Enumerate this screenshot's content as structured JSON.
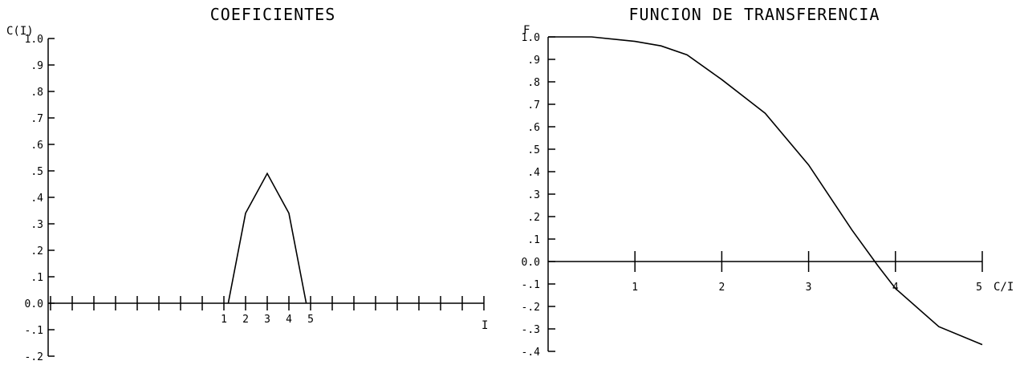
{
  "chart_data": [
    {
      "type": "line",
      "title": "COEFICIENTES",
      "ylabel": "C(I)",
      "xlabel": "I",
      "ylim": [
        -0.2,
        1.0
      ],
      "xlim": [
        -8,
        13
      ],
      "y_tick_labels": [
        "1.0",
        ".9",
        ".8",
        ".7",
        ".6",
        ".5",
        ".4",
        ".3",
        ".2",
        ".1",
        "0.0",
        "-.1",
        "-.2"
      ],
      "y_tick_values": [
        1.0,
        0.9,
        0.8,
        0.7,
        0.6,
        0.5,
        0.4,
        0.3,
        0.2,
        0.1,
        0.0,
        -0.1,
        -0.2
      ],
      "x_tick_labels": [
        "1",
        "2",
        "3",
        "4",
        "5"
      ],
      "x_tick_values": [
        1,
        2,
        3,
        4,
        5
      ],
      "x_minor_ticks": [
        -7,
        -6,
        -5,
        -4,
        -3,
        -2,
        -1,
        0,
        1,
        2,
        3,
        4,
        5,
        6,
        7,
        8,
        9,
        10,
        11,
        12
      ],
      "grid": false,
      "series": [
        {
          "x": [
            1.2,
            2,
            3,
            4,
            4.8
          ],
          "y": [
            0.0,
            0.34,
            0.49,
            0.34,
            0.0
          ]
        }
      ],
      "color": "#000000"
    },
    {
      "type": "line",
      "title": "FUNCION DE TRANSFERENCIA",
      "ylabel": "F",
      "xlabel": "C/I",
      "ylim": [
        -0.4,
        1.0
      ],
      "xlim": [
        0,
        5
      ],
      "y_tick_labels": [
        "1.0",
        ".9",
        ".8",
        ".7",
        ".6",
        ".5",
        ".4",
        ".3",
        ".2",
        ".1",
        "0.0",
        "-.1",
        "-.2",
        "-.3",
        "-.4"
      ],
      "y_tick_values": [
        1.0,
        0.9,
        0.8,
        0.7,
        0.6,
        0.5,
        0.4,
        0.3,
        0.2,
        0.1,
        0.0,
        -0.1,
        -0.2,
        -0.3,
        -0.4
      ],
      "x_tick_labels": [
        "1",
        "2",
        "3",
        "4",
        "5"
      ],
      "x_tick_values": [
        1,
        2,
        3,
        4,
        5
      ],
      "grid": false,
      "series": [
        {
          "x": [
            0,
            0.5,
            1.0,
            1.3,
            1.6,
            2.0,
            2.5,
            3.0,
            3.5,
            3.8,
            4.0,
            4.5,
            5.0
          ],
          "y": [
            1.0,
            1.0,
            0.98,
            0.96,
            0.92,
            0.81,
            0.66,
            0.43,
            0.14,
            -0.02,
            -0.12,
            -0.29,
            -0.37
          ]
        }
      ],
      "color": "#000000"
    }
  ]
}
